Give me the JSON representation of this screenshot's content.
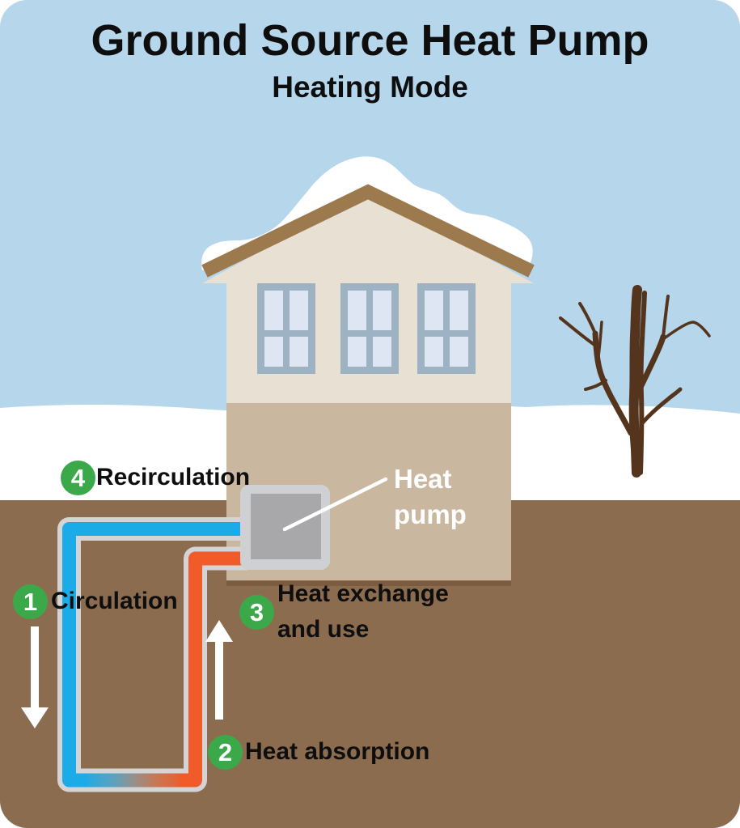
{
  "title": "Ground Source Heat Pump",
  "subtitle": "Heating Mode",
  "heat_pump_label": {
    "line1": "Heat",
    "line2": "pump"
  },
  "steps": [
    {
      "number": "1",
      "label": "Circulation"
    },
    {
      "number": "2",
      "label": "Heat absorption"
    },
    {
      "number": "3",
      "lines": [
        "Heat exchange",
        "and use"
      ]
    },
    {
      "number": "4",
      "label": "Recirculation"
    }
  ],
  "colors": {
    "sky": "#b6d6eb",
    "snow": "#ffffff",
    "ground": "#8b6c4e",
    "house_wall": "#e7e0d3",
    "house_base": "#c9b7a0",
    "house_shadow": "#77573c",
    "roof": "#9c7a4e",
    "window_frame": "#9db3c4",
    "window_pane": "#dde6f2",
    "tree": "#54341c",
    "pipe_cold": "#1aabe8",
    "pipe_hot": "#f15a29",
    "pipe_casing": "#d4d4d6",
    "pump_casing": "#cfd0d3",
    "pump_body": "#a8a8ab",
    "step_badge": "#3ba94a",
    "label_text": "#0e0e0e",
    "white": "#ffffff"
  }
}
